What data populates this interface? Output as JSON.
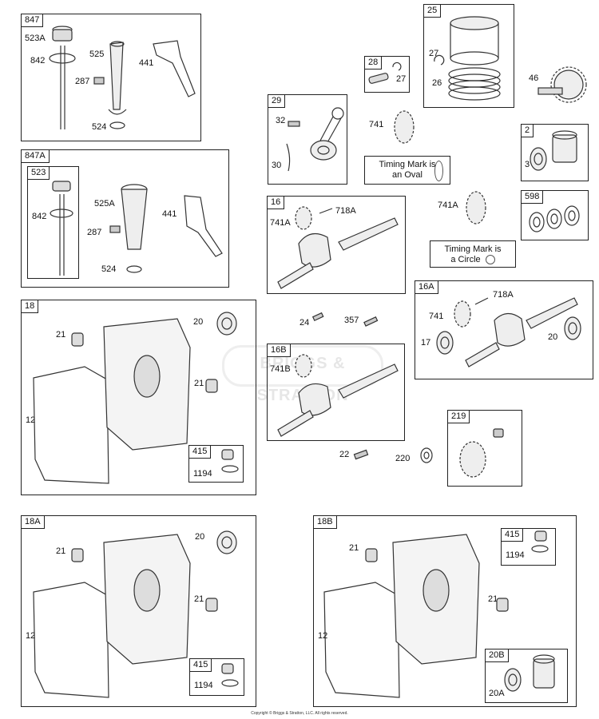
{
  "watermark": "BRIGGS & STRATTON",
  "copyright": "Copyright © Briggs & Stratton, LLC. All rights reserved.",
  "boxes": {
    "b847": "847",
    "b847a": "847A",
    "b523": "523",
    "b25": "25",
    "b28": "28",
    "b29": "29",
    "b2": "2",
    "b598": "598",
    "b16": "16",
    "b16a": "16A",
    "b16b": "16B",
    "b18": "18",
    "b415": "415",
    "b219": "219",
    "b18a": "18A",
    "b415a": "415",
    "b18b": "18B",
    "b415b": "415",
    "b20b": "20B"
  },
  "notes": {
    "oval_line1": "Timing Mark is",
    "oval_line2": "an Oval",
    "circle_line1": "Timing Mark is",
    "circle_line2": "a Circle"
  },
  "labels": {
    "l523A": "523A",
    "l842a": "842",
    "l525": "525",
    "l441a": "441",
    "l287a": "287",
    "l524a": "524",
    "l842b": "842",
    "l525A": "525A",
    "l441b": "441",
    "l287b": "287",
    "l524b": "524",
    "l27a": "27",
    "l26": "26",
    "l27b": "27",
    "l46": "46",
    "l32": "32",
    "l30": "30",
    "l741a": "741",
    "l3": "3",
    "l741A_16": "741A",
    "l718A_16": "718A",
    "l741A_free": "741A",
    "l24": "24",
    "l357": "357",
    "l741B": "741B",
    "l718A_16a": "718A",
    "l741_16a": "741",
    "l17": "17",
    "l20_16a": "20",
    "l21a": "21",
    "l20a": "20",
    "l21b": "21",
    "l12a": "12",
    "l1194a": "1194",
    "l22": "22",
    "l220": "220",
    "l21c": "21",
    "l20c": "20",
    "l21d": "21",
    "l12b": "12",
    "l1194b": "1194",
    "l21e": "21",
    "l1194c": "1194",
    "l21f": "21",
    "l12c": "12",
    "l20A": "20A"
  }
}
